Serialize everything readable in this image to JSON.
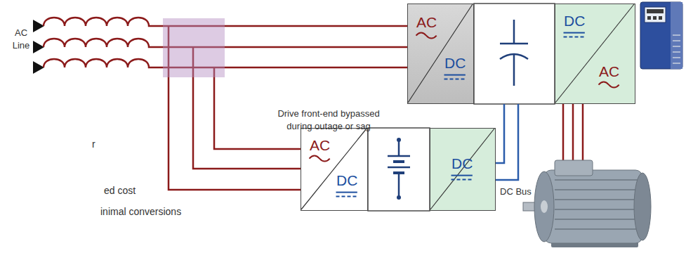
{
  "diagram": {
    "nodes": [
      {
        "text": [
          "AC",
          "DC"
        ]
      },
      {
        "text": [
          "DC",
          "AC"
        ]
      },
      {
        "text": [
          "AC",
          "DC"
        ]
      },
      {
        "text": [
          "DC"
        ]
      }
    ],
    "labels": [
      "AC Line",
      "Drive front-end bypassed during outage or sag",
      "DC Bus",
      "r",
      "ed cost",
      "inimal conversions"
    ]
  }
}
